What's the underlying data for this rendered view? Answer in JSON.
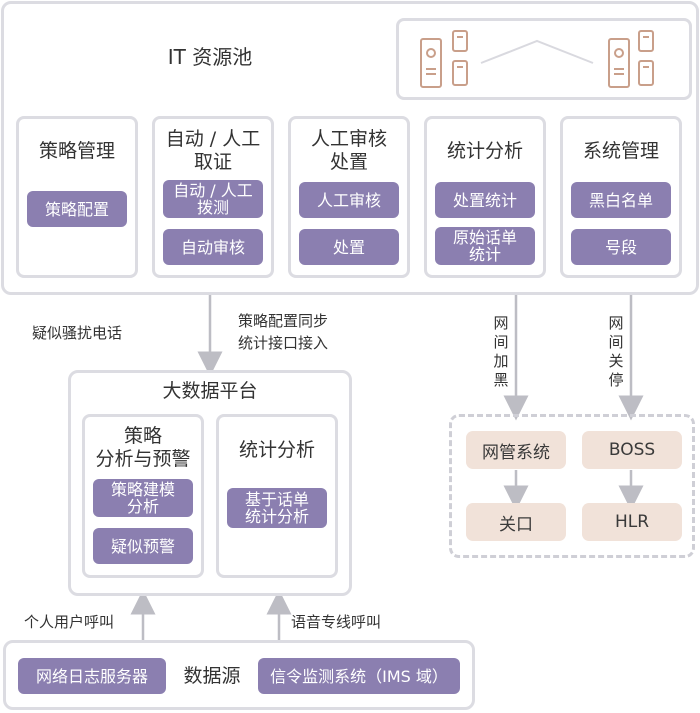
{
  "it_pool": {
    "title": "IT 资源池",
    "modules": [
      {
        "title": "策略管理",
        "items": [
          "策略配置"
        ]
      },
      {
        "title": "自动 / 人工\n取证",
        "items": [
          "自动 / 人工\n拨测",
          "自动审核"
        ]
      },
      {
        "title": "人工审核\n处置",
        "items": [
          "人工审核",
          "处置"
        ]
      },
      {
        "title": "统计分析",
        "items": [
          "处置统计",
          "原始话单\n统计"
        ]
      },
      {
        "title": "系统管理",
        "items": [
          "黑白名单",
          "号段"
        ]
      }
    ]
  },
  "labels": {
    "suspect_call": "疑似骚扰电话",
    "sync": "策略配置同步\n统计接口接入",
    "net_blacklist": "网\n间\n加\n黑",
    "net_shutdown": "网\n间\n关\n停",
    "personal_call": "个人用户呼叫",
    "voice_line_call": "语音专线呼叫"
  },
  "bigdata": {
    "title": "大数据平台",
    "left": {
      "title": "策略\n分析与预警",
      "items": [
        "策略建模\n分析",
        "疑似预警"
      ]
    },
    "right": {
      "title": "统计分析",
      "items": [
        "基于话单\n统计分析"
      ]
    }
  },
  "external": {
    "net_mgmt": "网管系统",
    "boss": "BOSS",
    "shutdown": "关口",
    "hlr": "HLR"
  },
  "datasource": {
    "title": "数据源",
    "left": "网络日志服务器",
    "right": "信令监测系统（IMS 域）"
  },
  "colors": {
    "accent": "#8b7fb0",
    "peach": "#f1e2d9",
    "border": "#dcdce2",
    "icon": "#c99f8a"
  }
}
